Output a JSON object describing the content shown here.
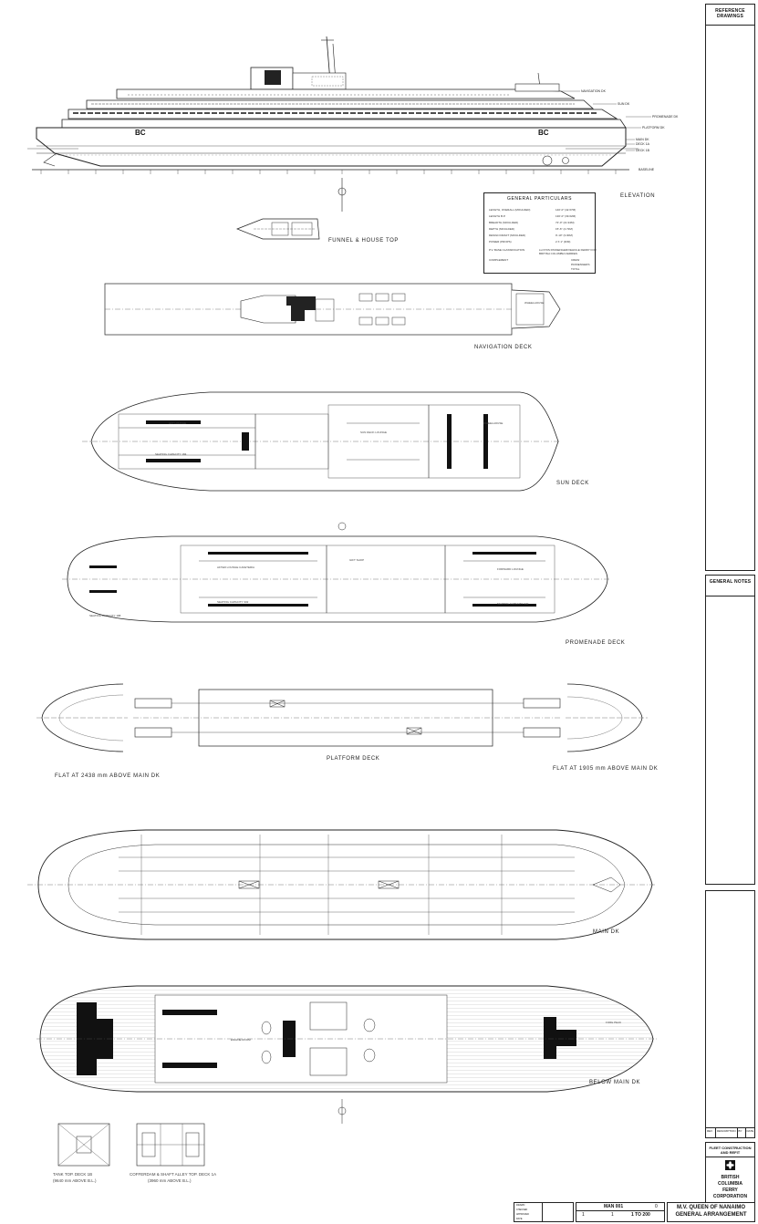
{
  "drawing": {
    "views": {
      "elevation": "ELEVATION",
      "funnel": "FUNNEL & HOUSE TOP",
      "navigation": "NAVIGATION DECK",
      "sun": "SUN DECK",
      "promenade": "PROMENADE DECK",
      "platform": "PLATFORM DECK",
      "flat_aft": "FLAT AT 2438 mm ABOVE MAIN DK",
      "flat_fwd": "FLAT AT 1905 mm ABOVE MAIN DK",
      "main": "MAIN DK",
      "below": "BELOW MAIN DK",
      "tank_top_l1": "TANK TOP. DECK 1B",
      "tank_top_l2": "(9640 mm ABOVE B.L.)",
      "cofferdam_l1": "COFFERDAM & SHAFT ALLEY TOP.  DECK 1A",
      "cofferdam_l2": "(3960 mm ABOVE B.L.)"
    },
    "elevation_decks": [
      "NAVIGATION DK",
      "SUN DK",
      "PROMENADE DK",
      "PLATFORM DK",
      "MAIN DK",
      "DECK 1A",
      "DECK 1B",
      "BASELINE"
    ],
    "hull_logo": "BC",
    "general_particulars": {
      "title": "GENERAL PARTICULARS",
      "rows": [
        [
          "LENGTH, OVERALL (MOULDED)",
          "140'-0\" (42.67M)"
        ],
        [
          "LENGTH B.P.",
          "130'-0\" (39.62M)"
        ],
        [
          "BREADTH (MOULDED)",
          "72'-0\" (21.94M)"
        ],
        [
          "DEPTH (MOULDED)",
          "15'-6\" (4.72M)"
        ],
        [
          "DESIGN DRAFT (MOULDED)",
          "9'-10\" (3.00M)"
        ],
        [
          "POWER (PROPS)",
          "2 X 1\" (D/M)"
        ],
        [
          "P.V. BASE CLASSIFICATION",
          "LLOYDS PASSENGER/VEHICLE FERRY FOR"
        ],
        [
          "",
          "BRITISH COLUMBIA FERRIES"
        ],
        [
          "COMPLEMENT",
          "CREW"
        ],
        [
          "",
          "PASSENGERS"
        ],
        [
          "",
          "TOTAL"
        ]
      ]
    },
    "room_labels": {
      "nav_wheelhouse": "WHEELHOUSE",
      "sun_aft_lounge": "AFT LOUNGE",
      "sun_casino": "SUN DECK LOUNGE",
      "sun_wheelhouse": "WHEELHOUSE",
      "sun_seating": "SEATING CAPACITY 184",
      "promenade_aft": "AFTER LOUNGE CAFETERIA",
      "promenade_fwd": "FORWARD LOUNGE",
      "promenade_gift": "GIFT SHOP",
      "promenade_seating_aft": "SEATING CAPACITY 332",
      "promenade_seating_fwd": "SEATING CAPACITY 340",
      "promenade_seating_stern": "SEATING CAPACITY 188",
      "below_engine": "ENGINE ROOM",
      "below_fwd": "FORE PEAK"
    }
  },
  "sidebar": {
    "reference_title": "REFERENCE DRAWINGS",
    "notes_title": "GENERAL NOTES",
    "revision_headers": [
      "REV",
      "DESCRIPTION",
      "BY",
      "DATE"
    ],
    "fleet_title": "FLEET CONSTRUCTION AND REFIT",
    "org_lines": [
      "BRITISH",
      "COLUMBIA",
      "FERRY",
      "CORPORATION"
    ]
  },
  "title_block": {
    "drawing_no": "MAN 001",
    "revision": "0",
    "sheet": "1",
    "of": "1",
    "scale": "1 TO 200",
    "vessel": "M.V. QUEEN OF NANAIMO",
    "subtitle": "GENERAL ARRANGEMENT",
    "approvals": [
      "DRAWN",
      "CHECKED",
      "APPROVED",
      "DATE"
    ]
  }
}
